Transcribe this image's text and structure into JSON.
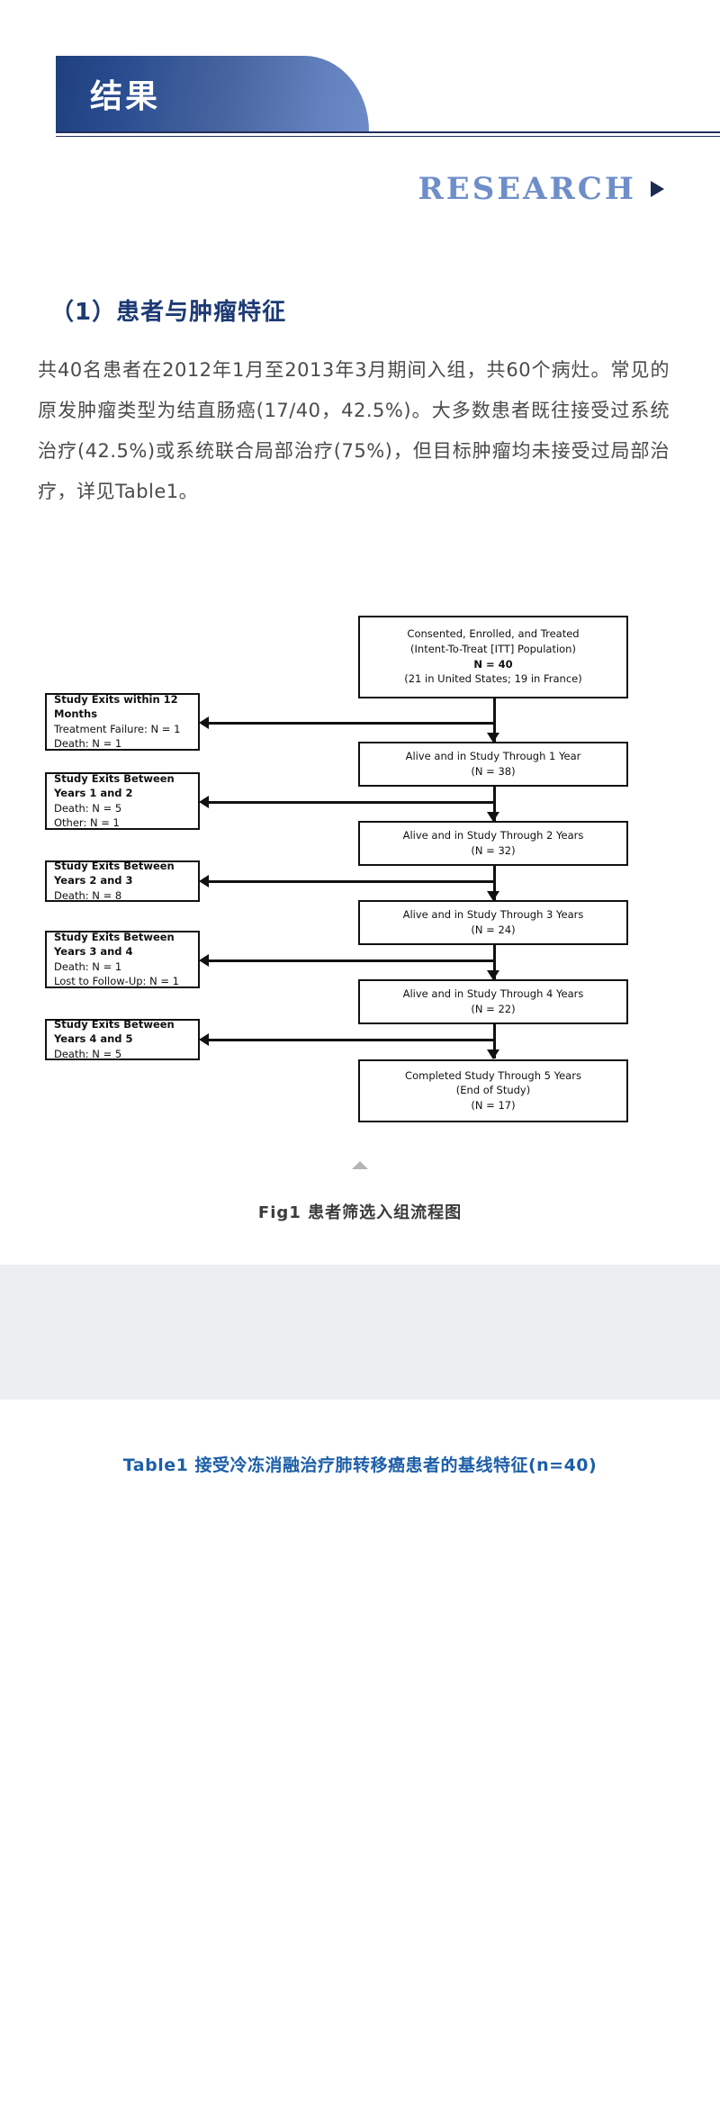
{
  "header": {
    "banner_title": "结果",
    "research_label": "RESEARCH",
    "arrow_icon": "triangle-right-icon",
    "accent_navy": "#1f3f7e",
    "accent_blue": "#6d8ac7",
    "rule_color": "#23315c"
  },
  "section": {
    "heading": "（1）患者与肿瘤特征",
    "paragraph": "共40名患者在2012年1月至2013年3月期间入组，共60个病灶。常见的原发肿瘤类型为结直肠癌(17/40，42.5%)。大多数患者既往接受过系统治疗(42.5%)或系统联合局部治疗(75%)，但目标肿瘤均未接受过局部治疗，详见Table1。"
  },
  "figure": {
    "caption": "Fig1 患者筛选入组流程图",
    "scroll_marker_icon": "triangle-up-icon",
    "flow": {
      "main_nodes": [
        {
          "id": "enrolled",
          "lines": [
            "Consented, Enrolled, and Treated",
            "(Intent-To-Treat [ITT] Population)",
            "N = 40",
            "(21 in United States; 19 in France)"
          ]
        },
        {
          "id": "year1",
          "lines": [
            "Alive and in Study Through 1 Year",
            "(N = 38)"
          ]
        },
        {
          "id": "year2",
          "lines": [
            "Alive and in Study Through 2 Years",
            "(N = 32)"
          ]
        },
        {
          "id": "year3",
          "lines": [
            "Alive and in Study Through 3 Years",
            "(N = 24)"
          ]
        },
        {
          "id": "year4",
          "lines": [
            "Alive and in Study Through 4 Years",
            "(N = 22)"
          ]
        },
        {
          "id": "year5",
          "lines": [
            "Completed Study Through 5 Years",
            "(End of Study)",
            "(N = 17)"
          ]
        }
      ],
      "exit_nodes": [
        {
          "id": "exit-12-months",
          "title": "Study Exits within 12 Months",
          "items": [
            "Treatment Failure: N = 1",
            "Death: N = 1"
          ]
        },
        {
          "id": "exit-year-1-2",
          "title": "Study Exits Between Years 1 and 2",
          "items": [
            "Death: N = 5",
            "Other: N = 1"
          ]
        },
        {
          "id": "exit-year-2-3",
          "title": "Study Exits Between Years 2 and 3",
          "items": [
            "Death: N = 8"
          ]
        },
        {
          "id": "exit-year-3-4",
          "title": "Study Exits Between Years 3 and 4",
          "items": [
            "Death: N = 1",
            "Lost to Follow-Up: N = 1"
          ]
        },
        {
          "id": "exit-year-4-5",
          "title": "Study Exits Between Years 4 and 5",
          "items": [
            "Death: N = 5"
          ]
        }
      ]
    }
  },
  "table_section": {
    "caption": "Table1 接受冷冻消融治疗肺转移癌患者的基线特征(n=40)",
    "caption_color": "#1d5fa8"
  }
}
